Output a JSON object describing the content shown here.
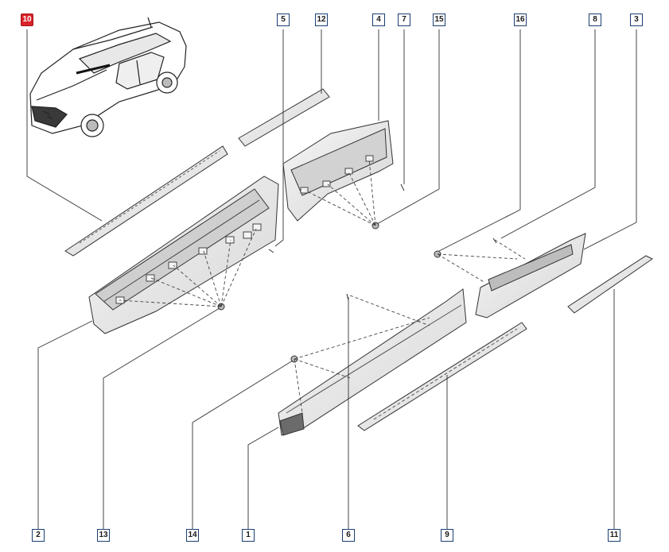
{
  "diagram": {
    "callouts": [
      {
        "id": "10",
        "highlight": true
      },
      {
        "id": "5"
      },
      {
        "id": "12"
      },
      {
        "id": "4"
      },
      {
        "id": "7"
      },
      {
        "id": "15"
      },
      {
        "id": "16"
      },
      {
        "id": "8"
      },
      {
        "id": "3"
      },
      {
        "id": "2"
      },
      {
        "id": "13"
      },
      {
        "id": "14"
      },
      {
        "id": "1"
      },
      {
        "id": "6"
      },
      {
        "id": "9"
      },
      {
        "id": "11"
      }
    ],
    "colors": {
      "callout_border": "#1a3f73",
      "highlight": "#d8232a",
      "line": "#333333",
      "part_fill": "#e9e9e9",
      "part_dark": "#6b6b6b"
    }
  }
}
